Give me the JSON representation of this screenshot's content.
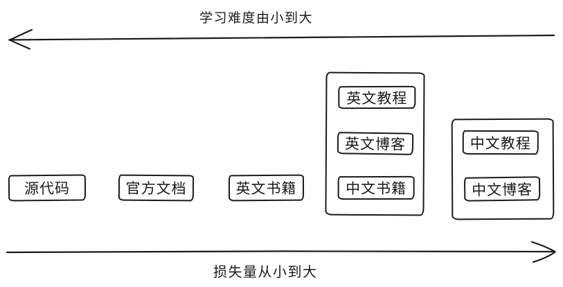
{
  "diagram": {
    "background": "#ffffff",
    "stroke_color": "#1a1a1a",
    "top_axis": {
      "label": "学习难度由小到大",
      "direction": "left"
    },
    "bottom_axis": {
      "label": "损失量从小到大",
      "direction": "right"
    },
    "nodes": [
      {
        "id": "source-code",
        "label": "源代码"
      },
      {
        "id": "official-docs",
        "label": "官方文档"
      },
      {
        "id": "english-books",
        "label": "英文书籍"
      }
    ],
    "groups": [
      {
        "id": "group-1",
        "nodes": [
          {
            "id": "english-tutorials",
            "label": "英文教程"
          },
          {
            "id": "english-blogs",
            "label": "英文博客"
          },
          {
            "id": "chinese-books",
            "label": "中文书籍"
          }
        ]
      },
      {
        "id": "group-2",
        "nodes": [
          {
            "id": "chinese-tutorials",
            "label": "中文教程"
          },
          {
            "id": "chinese-blogs",
            "label": "中文博客"
          }
        ]
      }
    ]
  }
}
